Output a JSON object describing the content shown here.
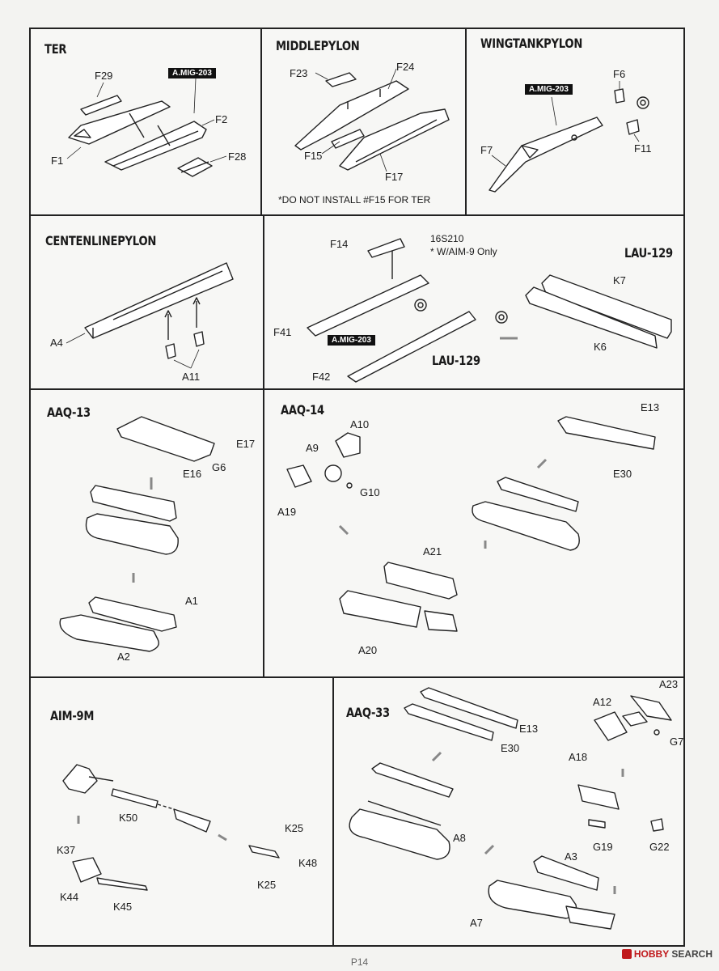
{
  "sections": {
    "ter": {
      "title": "TER",
      "parts": {
        "f29": "F29",
        "f2": "F2",
        "f1": "F1",
        "f28": "F28"
      },
      "badge": "A.MIG-203"
    },
    "middle_pylon": {
      "title": "MIDDLEPYLON",
      "parts": {
        "f23": "F23",
        "f24": "F24",
        "f15": "F15",
        "f17": "F17"
      },
      "note": "*DO NOT INSTALL #F15 FOR TER"
    },
    "wing_tank_pylon": {
      "title": "WINGTANKPYLON",
      "parts": {
        "f6": "F6",
        "f7": "F7",
        "f11": "F11"
      },
      "badge": "A.MIG-203"
    },
    "centerline_pylon": {
      "title": "CENTENLINEPYLON",
      "parts": {
        "a4": "A4",
        "a11": "A11"
      }
    },
    "lau129": {
      "title": "LAU-129",
      "title2": "LAU-129",
      "parts": {
        "f14": "F14",
        "f41": "F41",
        "f42": "F42",
        "k7": "K7",
        "k6": "K6"
      },
      "note1": "16S210",
      "note2": "* W/AIM-9 Only",
      "badge": "A.MIG-203"
    },
    "aaq13": {
      "title": "AAQ-13",
      "parts": {
        "e17": "E17",
        "e16": "E16",
        "g6": "G6",
        "a1": "A1",
        "a2": "A2"
      }
    },
    "aaq14": {
      "title": "AAQ-14",
      "parts": {
        "a10": "A10",
        "a9": "A9",
        "a19": "A19",
        "g10": "G10",
        "a21": "A21",
        "a20": "A20",
        "e13": "E13",
        "e30": "E30"
      }
    },
    "aim9m": {
      "title": "AIM-9M",
      "parts": {
        "k50": "K50",
        "k25a": "K25",
        "k25b": "K25",
        "k48": "K48",
        "k37": "K37",
        "k44": "K44",
        "k45": "K45"
      }
    },
    "aaq33": {
      "title": "AAQ-33",
      "parts": {
        "e13": "E13",
        "e30": "E30",
        "a8": "A8",
        "a3": "A3",
        "a7": "A7",
        "a12": "A12",
        "a23": "A23",
        "g7": "G7",
        "a18": "A18",
        "g19": "G19",
        "g22": "G22"
      }
    }
  },
  "page_number": "P14",
  "watermark": {
    "brand": "HOBBY",
    "brand2": "SEARCH"
  }
}
